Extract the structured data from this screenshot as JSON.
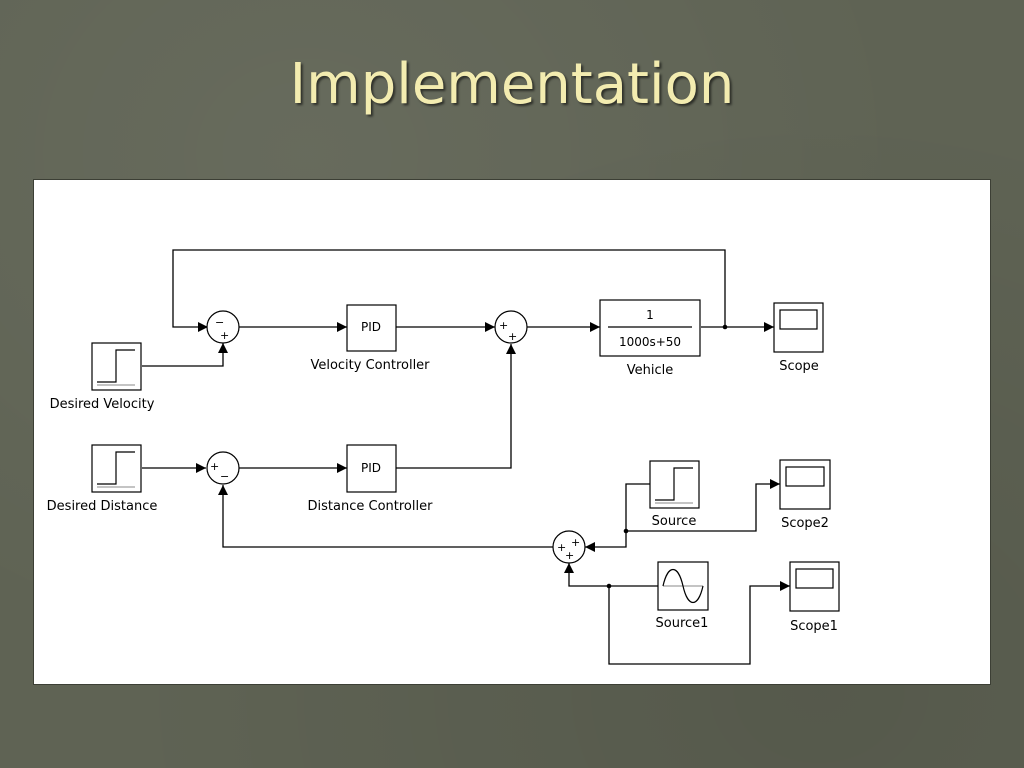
{
  "slide": {
    "title": "Implementation"
  },
  "diagram": {
    "blocks": {
      "desired_velocity": {
        "label": "Desired Velocity"
      },
      "desired_distance": {
        "label": "Desired Distance"
      },
      "velocity_controller": {
        "label": "Velocity Controller",
        "text": "PID"
      },
      "distance_controller": {
        "label": "Distance Controller",
        "text": "PID"
      },
      "vehicle": {
        "label": "Vehicle",
        "numerator": "1",
        "denominator": "1000s+50"
      },
      "scope": {
        "label": "Scope"
      },
      "source": {
        "label": "Source"
      },
      "scope2": {
        "label": "Scope2"
      },
      "source1": {
        "label": "Source1"
      },
      "scope1": {
        "label": "Scope1"
      }
    },
    "sums": {
      "sum_velocity": {
        "top": "−",
        "bottom": "+"
      },
      "sum_distance": {
        "left": "+",
        "bottom": "−"
      },
      "sum_control": {
        "left": "+",
        "bottom": "+"
      },
      "sum_disturbance": {
        "top": "+",
        "left": "+",
        "bottom": "+"
      }
    }
  }
}
